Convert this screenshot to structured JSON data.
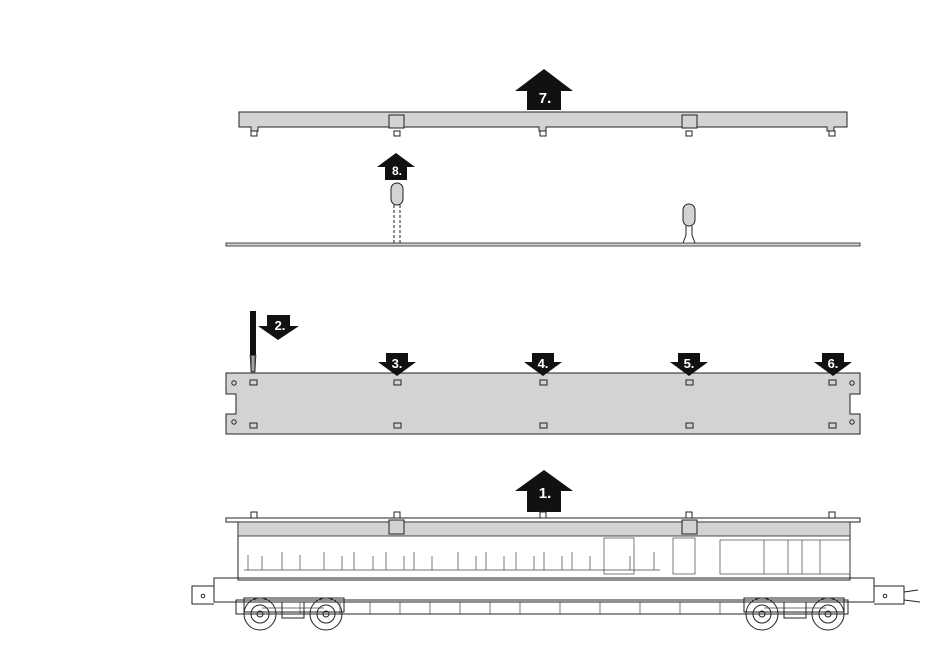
{
  "steps": [
    {
      "id": "step-1",
      "label": "1.",
      "direction": "up"
    },
    {
      "id": "step-2",
      "label": "2.",
      "direction": "down"
    },
    {
      "id": "step-3",
      "label": "3.",
      "direction": "down"
    },
    {
      "id": "step-4",
      "label": "4.",
      "direction": "down"
    },
    {
      "id": "step-5",
      "label": "5.",
      "direction": "down"
    },
    {
      "id": "step-6",
      "label": "6.",
      "direction": "down"
    },
    {
      "id": "step-7",
      "label": "7.",
      "direction": "up"
    },
    {
      "id": "step-8",
      "label": "8.",
      "direction": "up"
    }
  ],
  "colors": {
    "part_fill": "#d3d3d3",
    "arrow_fill": "#111111",
    "outline": "#222222",
    "background": "#ffffff"
  },
  "icons": [
    "screwdriver-icon",
    "light-bulb-icon",
    "arrow-up-icon",
    "arrow-down-icon"
  ]
}
